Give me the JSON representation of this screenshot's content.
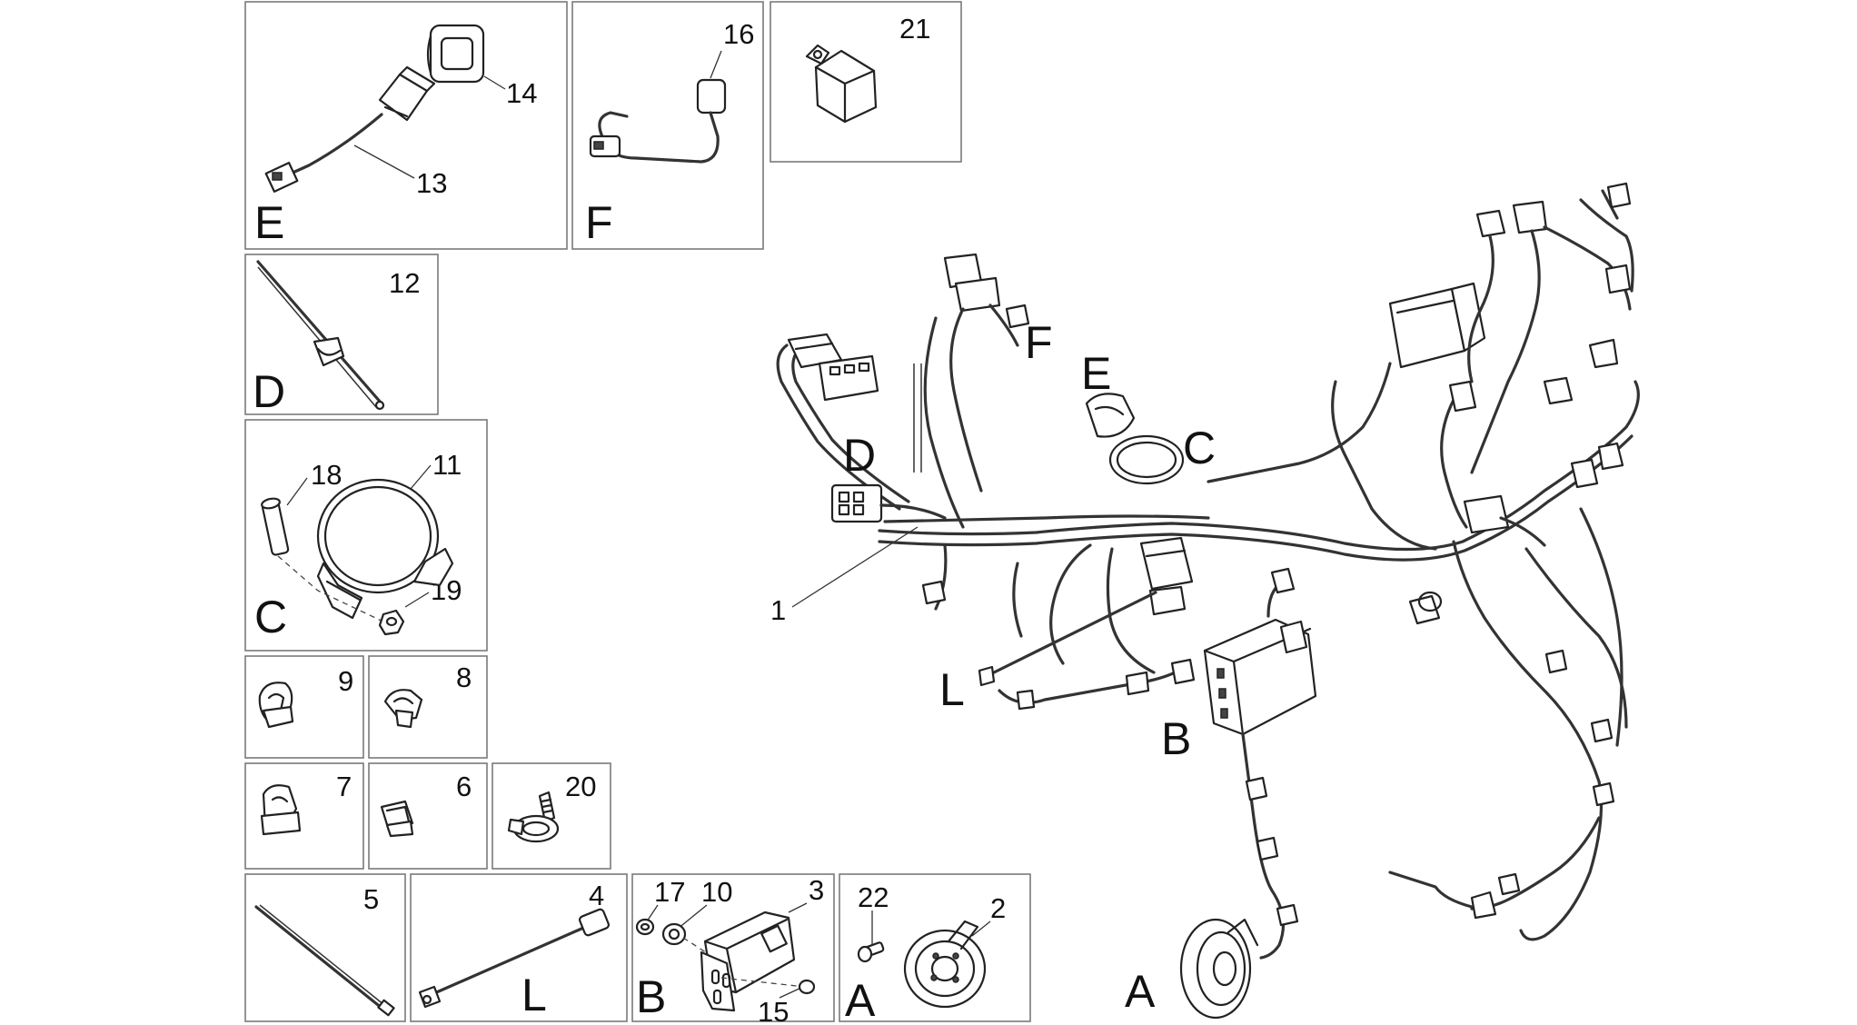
{
  "panels": {
    "E": {
      "letter": "E",
      "numbers": [
        "14",
        "13"
      ]
    },
    "F": {
      "letter": "F",
      "numbers": [
        "16"
      ]
    },
    "p21": {
      "numbers": [
        "21"
      ]
    },
    "D": {
      "letter": "D",
      "numbers": [
        "12"
      ]
    },
    "C": {
      "letter": "C",
      "numbers": [
        "18",
        "11",
        "19"
      ]
    },
    "p9": {
      "numbers": [
        "9"
      ]
    },
    "p8": {
      "numbers": [
        "8"
      ]
    },
    "p7": {
      "numbers": [
        "7"
      ]
    },
    "p6": {
      "numbers": [
        "6"
      ]
    },
    "p20": {
      "numbers": [
        "20"
      ]
    },
    "p5": {
      "numbers": [
        "5"
      ]
    },
    "L": {
      "letter": "L",
      "numbers": [
        "4"
      ]
    },
    "B": {
      "letter": "B",
      "numbers": [
        "17",
        "10",
        "3",
        "15"
      ]
    },
    "A": {
      "letter": "A",
      "numbers": [
        "22",
        "2"
      ]
    }
  },
  "main_assembly": {
    "part_number": "1",
    "callouts": [
      "F",
      "E",
      "D",
      "C",
      "L",
      "B",
      "A"
    ]
  }
}
